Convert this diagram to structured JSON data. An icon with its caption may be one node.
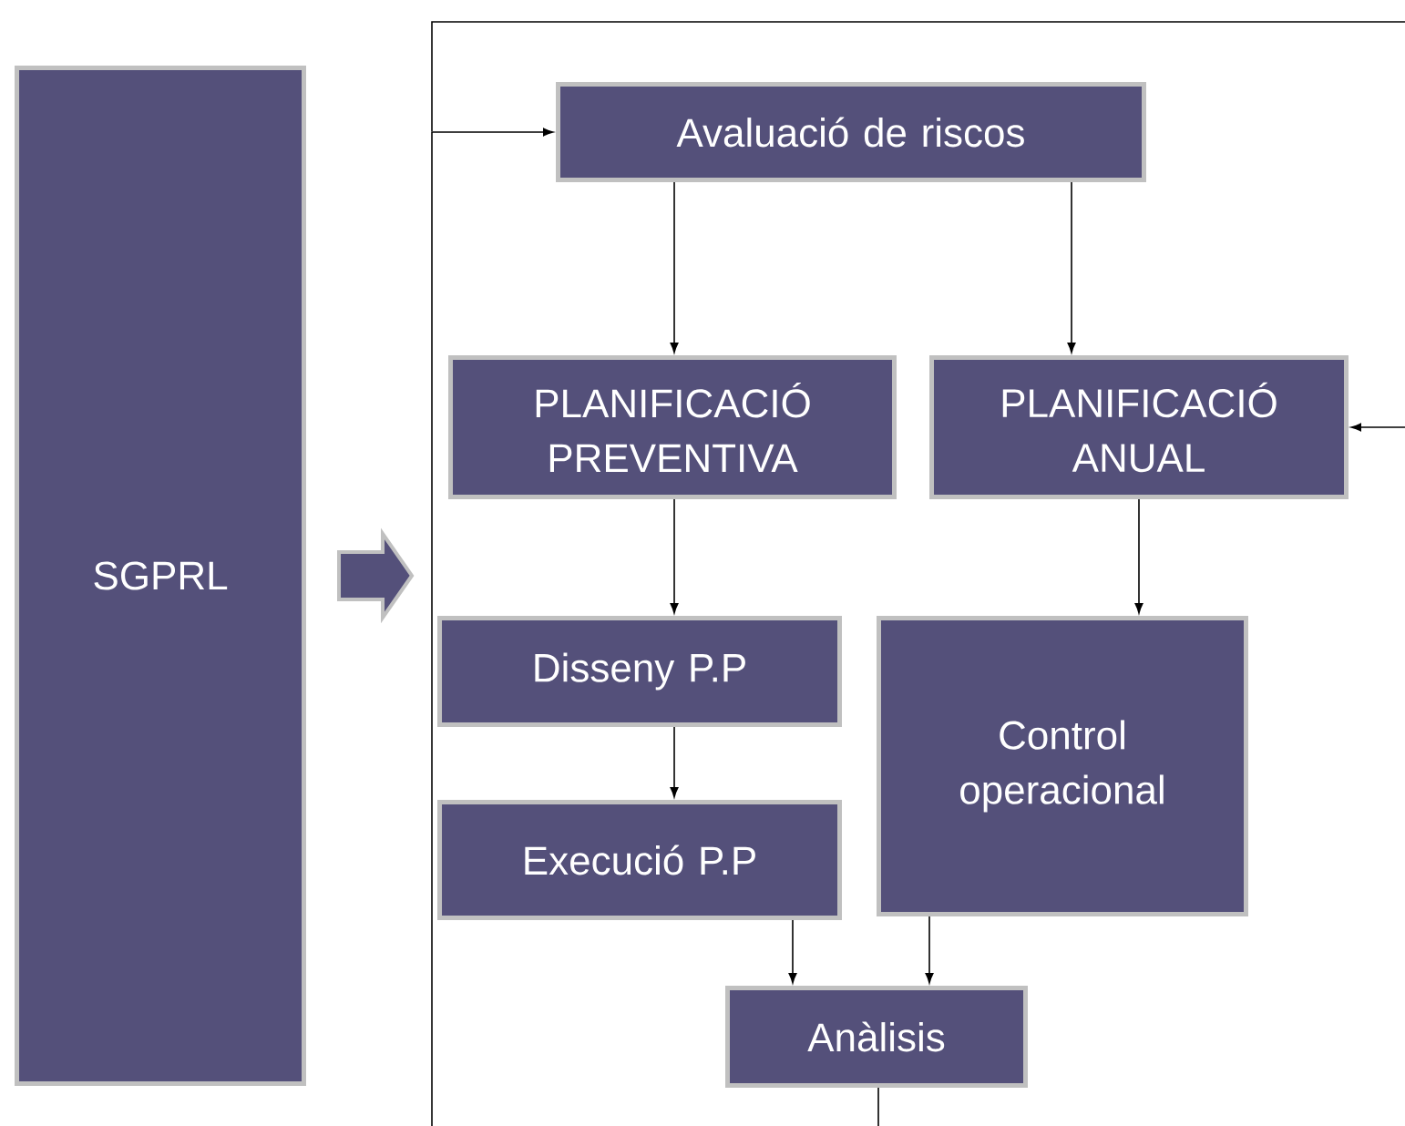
{
  "diagram": {
    "nodes": [
      {
        "text": [
          "SGPRL"
        ]
      },
      {
        "text": [
          "Avaluació de riscos"
        ]
      },
      {
        "text": [
          "PLANIFICACIÓ PREVENTIVA"
        ]
      },
      {
        "text": [
          "PLANIFICACIÓ ANUAL"
        ]
      },
      {
        "text": [
          "Disseny P.P"
        ]
      },
      {
        "text": [
          "Control operacional"
        ]
      },
      {
        "text": [
          "Execució P.P"
        ]
      },
      {
        "text": [
          "Anàlisis"
        ]
      }
    ],
    "edges": [
      {
        "from": 1,
        "to": 2,
        "arrow": "to"
      },
      {
        "from": 1,
        "to": 3,
        "arrow": "to"
      },
      {
        "from": 2,
        "to": 4,
        "arrow": "to"
      },
      {
        "from": 3,
        "to": 5,
        "arrow": "to"
      },
      {
        "from": 4,
        "to": 6,
        "arrow": "to"
      },
      {
        "from": 6,
        "to": 7,
        "arrow": "to"
      },
      {
        "from": 5,
        "to": 7,
        "arrow": "to"
      },
      {
        "from": 7,
        "to": null,
        "arrow": "none"
      },
      {
        "from": null,
        "to": 1,
        "arrow": "to"
      },
      {
        "from": null,
        "to": 3,
        "arrow": "to"
      },
      {
        "from": 0,
        "to": null,
        "arrow": "to"
      }
    ]
  }
}
